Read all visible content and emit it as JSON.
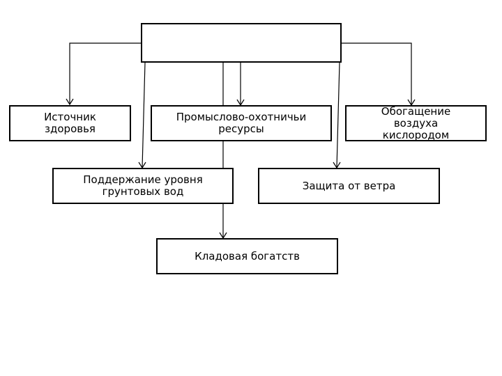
{
  "diagram": {
    "root": {
      "label": ""
    },
    "nodes": {
      "health": "Источник\nздоровья",
      "hunting": "Промыслово-охотничьи\nресурсы",
      "oxygen": "Обогащение\nвоздуха\nкислородом",
      "groundwater": "Поддержание уровня\nгрунтовых вод",
      "wind": "Защита от ветра",
      "treasury": "Кладовая богатств"
    }
  }
}
